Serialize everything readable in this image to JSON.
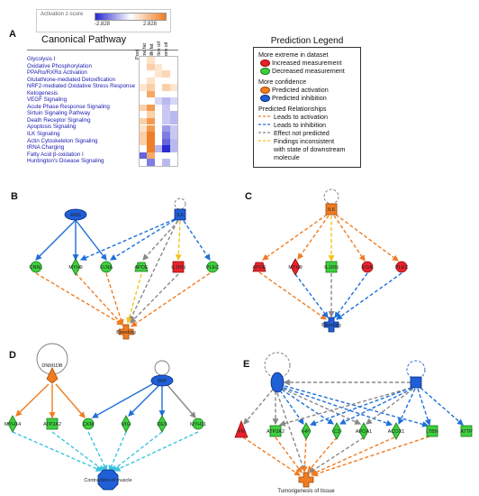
{
  "colorbar": {
    "label": "Activation z-score",
    "min": "-2.828",
    "max": "2.828"
  },
  "panelA": {
    "letter": "A",
    "title": "Canonical Pathway",
    "columns": [
      "Pool",
      "Low fat",
      "Milk fat",
      "Olive oil",
      "Corn oil"
    ],
    "pathways": [
      "Glycolysis I",
      "Oxidative Phosphorylation",
      "PPARα/RXRα Activation",
      "Glutathione-mediated Detoxification",
      "NRF2-mediated Oxidative Stress Response",
      "Ketogenesis",
      "VEGF Signaling",
      "Acute Phase Response Signaling",
      "Sirtuin Signaling Pathway",
      "Death Receptor Signaling",
      "Apoptosis Signaling",
      "ILK Signaling",
      "Actin Cytoskeleton Signaling",
      "tRNA Charging",
      "Fatty Acid β-oxidation I",
      "Huntington's Disease Signaling"
    ],
    "heatmap_colors": [
      [
        "#ffffff",
        "#fde2c6",
        "#ffffff",
        "#ffffff",
        "#ffffff"
      ],
      [
        "#ffffff",
        "#fbd0a8",
        "#fde6cf",
        "#ffffff",
        "#ffffff"
      ],
      [
        "#ffffff",
        "#ffffff",
        "#fde6cf",
        "#fbd8b6",
        "#ffffff"
      ],
      [
        "#ffffff",
        "#fde2c6",
        "#ffffff",
        "#ffffff",
        "#ffffff"
      ],
      [
        "#fde6cf",
        "#fbd0a8",
        "#ffffff",
        "#fbd0a8",
        "#fde6cf"
      ],
      [
        "#ffffff",
        "#f6a869",
        "#ffffff",
        "#ffffff",
        "#ffffff"
      ],
      [
        "#ffffff",
        "#ffffff",
        "#d6d6f6",
        "#b9b9f0",
        "#d6d6f6"
      ],
      [
        "#fbd0a8",
        "#f39a52",
        "#ffffff",
        "#c8c8f2",
        "#ffffff"
      ],
      [
        "#ffffff",
        "#fbd0a8",
        "#ffffff",
        "#c8c8f2",
        "#b9b9f0"
      ],
      [
        "#fbd0a8",
        "#f39a52",
        "#ffffff",
        "#c8c8f2",
        "#b9b9f0"
      ],
      [
        "#fde2c6",
        "#f39a52",
        "#ffffff",
        "#9b9be8",
        "#c8c8f2"
      ],
      [
        "#fbd0a8",
        "#ef7f2a",
        "#ffffff",
        "#7d7de2",
        "#c8c8f2"
      ],
      [
        "#fbd0a8",
        "#ef7f2a",
        "#ffffff",
        "#6464dc",
        "#b9b9f0"
      ],
      [
        "#ffffff",
        "#ef7f2a",
        "#b9b9f0",
        "#2b2bd0",
        "#b9b9f0"
      ],
      [
        "#6464dc",
        "#f6a869",
        "#ffffff",
        "#ffffff",
        "#ffffff"
      ],
      [
        "#ffffff",
        "#7d7de2",
        "#ffffff",
        "#b9b9f0",
        "#ffffff"
      ]
    ]
  },
  "legend": {
    "title": "Prediction Legend",
    "sec1_title": "More extreme in dataset",
    "increased": "Increased measurement",
    "decreased": "Decreased measurement",
    "sec2_title": "More confidence",
    "pred_act": "Predicted activation",
    "pred_inh": "Predicted inhibition",
    "sec3_title": "Predicted Relationships",
    "rel_act": "Leads to activation",
    "rel_inh": "Leads to inhibition",
    "rel_none": "Effect not predicted",
    "rel_incons1": "Findings inconsistent",
    "rel_incons2": "with state of downstream",
    "rel_incons3": "molecule",
    "colors": {
      "increased": "#e8222c",
      "decreased": "#3ecf3e",
      "pred_act": "#f07c22",
      "pred_inh": "#1f5fd8",
      "act_line": "#f07c22",
      "inh_line": "#1f6fd8",
      "none_line": "#888888",
      "incons_line": "#f2c418"
    }
  },
  "panelB": {
    "letter": "B",
    "regulators": [
      "ANG",
      "IL6"
    ],
    "targets": [
      "CNN1",
      "MYH9",
      "FLNA",
      "APOE",
      "IL1RN",
      "PLEC"
    ],
    "outcome": "Bleeding"
  },
  "panelC": {
    "letter": "C",
    "regulator": "IL6",
    "targets": [
      "APOE",
      "MYH9",
      "IL1RN",
      "FGA",
      "PLEC"
    ],
    "outcome": "Bleeding"
  },
  "panelD": {
    "letter": "D",
    "regulators": [
      "DNM1DB",
      "SRF"
    ],
    "targets": [
      "MYH14",
      "ATP2A2",
      "CKM",
      "VIG",
      "DES",
      "MYH11"
    ],
    "outcome": "Contraction of muscle"
  },
  "panelE": {
    "letter": "E",
    "targets": [
      "FN",
      "ATP2A2",
      "HP",
      "C3",
      "APOA1",
      "ACOX1",
      "LTBN",
      "ATTP"
    ],
    "outcome": "Tumorigenesis of tissue"
  }
}
